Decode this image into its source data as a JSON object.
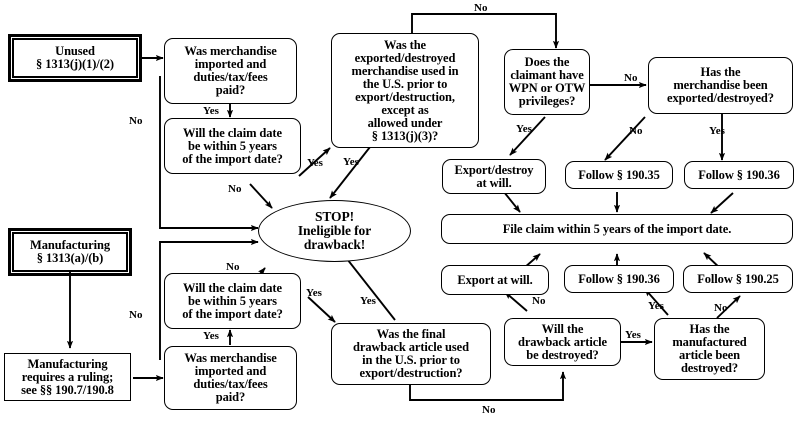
{
  "diagram": {
    "title": "Drawback Eligibility Flowchart",
    "stroke_color": "#000000",
    "background_color": "#ffffff"
  },
  "nodes": {
    "unused_start": {
      "label": "Unused\n§ 1313(j)(1)/(2)",
      "shape": "terminal"
    },
    "unused_imported": {
      "label": "Was merchandise\nimported and\nduties/tax/fees\npaid?",
      "shape": "rounded"
    },
    "unused_claim_date": {
      "label": "Will the claim date\nbe within 5 years\nof the import date?",
      "shape": "rounded"
    },
    "unused_used_in_us": {
      "label": "Was the\nexported/destroyed\nmerchandise used in\nthe U.S. prior to\nexport/destruction,\nexcept as\nallowed under\n§ 1313(j)(3)?",
      "shape": "rounded"
    },
    "wpn_otw": {
      "label": "Does the\nclaimant have\nWPN or OTW\nprivileges?",
      "shape": "rounded"
    },
    "merch_exported": {
      "label": "Has the\nmerchandise been\nexported/destroyed?",
      "shape": "rounded"
    },
    "export_destroy_at_will": {
      "label": "Export/destroy\nat will.",
      "shape": "rounded"
    },
    "follow_190_35": {
      "label": "Follow § 190.35",
      "shape": "rounded"
    },
    "follow_190_36_top": {
      "label": "Follow § 190.36",
      "shape": "rounded"
    },
    "file_claim": {
      "label": "File claim within 5 years of the import date.",
      "shape": "rounded"
    },
    "stop": {
      "label": "STOP!\nIneligible for\ndrawback!",
      "shape": "oval"
    },
    "mfg_start": {
      "label": "Manufacturing\n§ 1313(a)/(b)",
      "shape": "terminal"
    },
    "mfg_ruling": {
      "label": "Manufacturing\nrequires a ruling;\nsee §§ 190.7/190.8",
      "shape": "rect"
    },
    "mfg_claim_date": {
      "label": "Will the claim date\nbe within 5 years\nof the import date?",
      "shape": "rounded"
    },
    "mfg_imported": {
      "label": "Was merchandise\nimported and\nduties/tax/fees\npaid?",
      "shape": "rounded"
    },
    "final_article_used": {
      "label": "Was the final\ndrawback article used\nin the U.S. prior to\nexport/destruction?",
      "shape": "rounded"
    },
    "will_be_destroyed": {
      "label": "Will the\ndrawback article\nbe destroyed?",
      "shape": "rounded"
    },
    "mfg_destroyed": {
      "label": "Has the\nmanufactured\narticle been\ndestroyed?",
      "shape": "rounded"
    },
    "export_at_will": {
      "label": "Export at will.",
      "shape": "rounded"
    },
    "follow_190_36_bottom": {
      "label": "Follow § 190.36",
      "shape": "rounded"
    },
    "follow_190_25": {
      "label": "Follow § 190.25",
      "shape": "rounded"
    }
  },
  "edge_labels": [
    {
      "id": "unused-imported-yes",
      "text": "Yes"
    },
    {
      "id": "unused-imported-no",
      "text": "No"
    },
    {
      "id": "unused-claimdate-yes",
      "text": "Yes"
    },
    {
      "id": "unused-claimdate-no",
      "text": "No"
    },
    {
      "id": "used-in-us-yes",
      "text": "Yes"
    },
    {
      "id": "used-in-us-no",
      "text": "No"
    },
    {
      "id": "wpn-yes",
      "text": "Yes"
    },
    {
      "id": "wpn-no",
      "text": "No"
    },
    {
      "id": "merch-exported-no",
      "text": "No"
    },
    {
      "id": "merch-exported-yes",
      "text": "Yes"
    },
    {
      "id": "mfg-claimdate-no",
      "text": "No"
    },
    {
      "id": "mfg-claimdate-yes",
      "text": "Yes"
    },
    {
      "id": "mfg-imported-yes",
      "text": "Yes"
    },
    {
      "id": "mfg-imported-no",
      "text": "No"
    },
    {
      "id": "final-article-yes",
      "text": "Yes"
    },
    {
      "id": "will-destroyed-no",
      "text": "No"
    },
    {
      "id": "will-destroyed-yes",
      "text": "Yes"
    },
    {
      "id": "mfg-destroyed-yes",
      "text": "Yes"
    },
    {
      "id": "mfg-destroyed-no",
      "text": "No"
    },
    {
      "id": "final-article-no",
      "text": "No"
    }
  ]
}
